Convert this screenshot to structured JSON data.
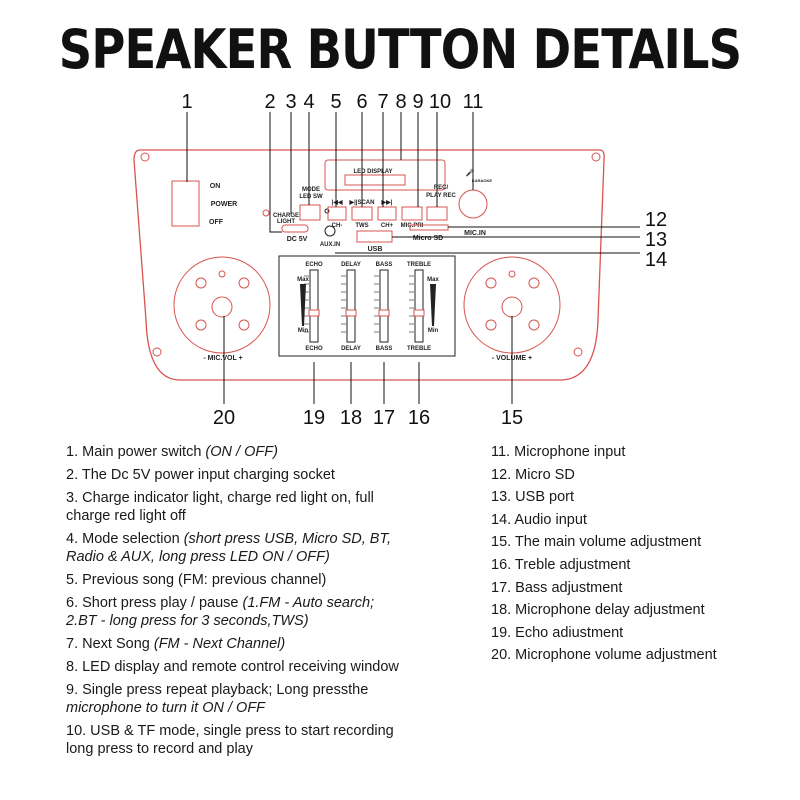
{
  "title": "SPEAKER BUTTON DETAILS",
  "callout_numbers": [
    "1",
    "2",
    "3",
    "4",
    "5",
    "6",
    "7",
    "8",
    "9",
    "10",
    "11",
    "12",
    "13",
    "14",
    "15",
    "16",
    "17",
    "18",
    "19",
    "20"
  ],
  "panel_labels": {
    "on": "ON",
    "power": "POWER",
    "off": "OFF",
    "charge_light": "CHARGE\nLIGHT",
    "dc5v": "DC 5V",
    "mode": "MODE",
    "led_sw": "LED SW",
    "led_display": "LED DISPLAY",
    "prev": "|◀◀",
    "play_scan": "▶||SCAN",
    "next": "▶▶|",
    "ch_minus": "CH-",
    "tws": "TWS",
    "ch_plus": "CH+",
    "mic_pri": "MIC.PRI",
    "rec": "REC/",
    "play_rec": "PLAY REC",
    "karaoke": "KARAOKE",
    "mic_in": "MIC.IN",
    "micro_sd": "Micro SD",
    "usb": "USB",
    "aux_in": "AUX.IN",
    "echo": "ECHO",
    "delay": "DELAY",
    "bass": "BASS",
    "treble": "TREBLE",
    "max": "Max",
    "min": "Min",
    "mic_vol": "-  MIC.VOL  +",
    "volume": "-  VOLUME  +"
  },
  "descriptions_left": [
    {
      "text": "1. Main power switch ",
      "italic": "(ON / OFF)"
    },
    {
      "text": "2. The Dc 5V power input charging socket",
      "italic": ""
    },
    {
      "text": "3. Charge indicator light, charge red light on, full",
      "italic": ""
    },
    {
      "text": "    charge red light off",
      "italic": ""
    },
    {
      "text": "4. Mode selection  ",
      "italic": "(short press USB, Micro SD, BT,"
    },
    {
      "text": "",
      "italic": "    Radio & AUX, long press LED ON / OFF)"
    },
    {
      "text": "5. Previous song (FM: previous channel)",
      "italic": ""
    },
    {
      "text": "6. Short press play / pause ",
      "italic": "(1.FM - Auto search;"
    },
    {
      "text": "",
      "italic": "  2.BT - long press for 3 seconds,TWS)"
    },
    {
      "text": "7. Next Song ",
      "italic": "(FM - Next Channel)"
    },
    {
      "text": "8. LED display and remote control receiving window",
      "italic": ""
    },
    {
      "text": "9. Single press repeat playback; Long pressthe",
      "italic": ""
    },
    {
      "text": "",
      "italic": "    microphone to turn it ON / OFF"
    },
    {
      "text": "10. USB & TF mode, single press to start recording",
      "italic": ""
    },
    {
      "text": "      long press to record and play",
      "italic": ""
    }
  ],
  "descriptions_right": [
    "11. Microphone input",
    "12. Micro SD",
    "13. USB port",
    "14. Audio input",
    "15. The main volume adjustment",
    "16. Treble adjustment",
    "17. Bass adjustment",
    "18. Microphone delay adjustment",
    "19. Echo adiustment",
    "20. Microphone volume adjustment"
  ],
  "colors": {
    "outline": "#d9534f",
    "text": "#1a1a1a"
  }
}
